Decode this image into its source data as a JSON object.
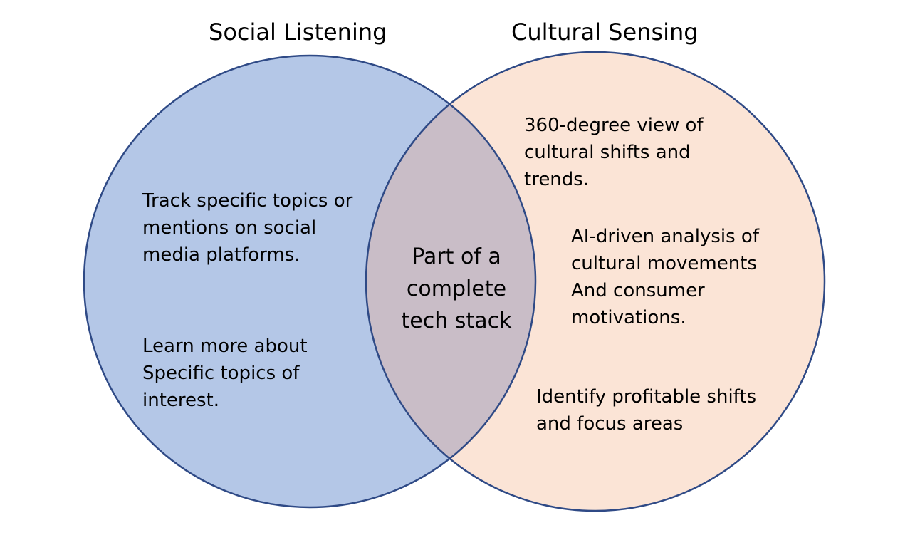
{
  "left_circle": {
    "title": "Social Listening",
    "fill": "#b4c7e7",
    "stroke": "#2f4a86",
    "blocks": [
      [
        "Track specific topics or",
        "mentions on social",
        "media platforms."
      ],
      [
        "Learn more about",
        "Specific topics of",
        "interest."
      ]
    ]
  },
  "right_circle": {
    "title": "Cultural Sensing",
    "fill": "#fbe4d6",
    "stroke": "#2f4a86",
    "blocks": [
      [
        "360-degree view of",
        "cultural shifts and",
        "trends."
      ],
      [
        "AI-driven analysis of",
        "cultural movements",
        "And consumer",
        "motivations."
      ],
      [
        "Identify profitable shifts",
        "and focus areas"
      ]
    ]
  },
  "intersection": {
    "fill": "#c9bdc7",
    "lines": [
      "Part of a",
      "complete",
      "tech stack"
    ]
  }
}
